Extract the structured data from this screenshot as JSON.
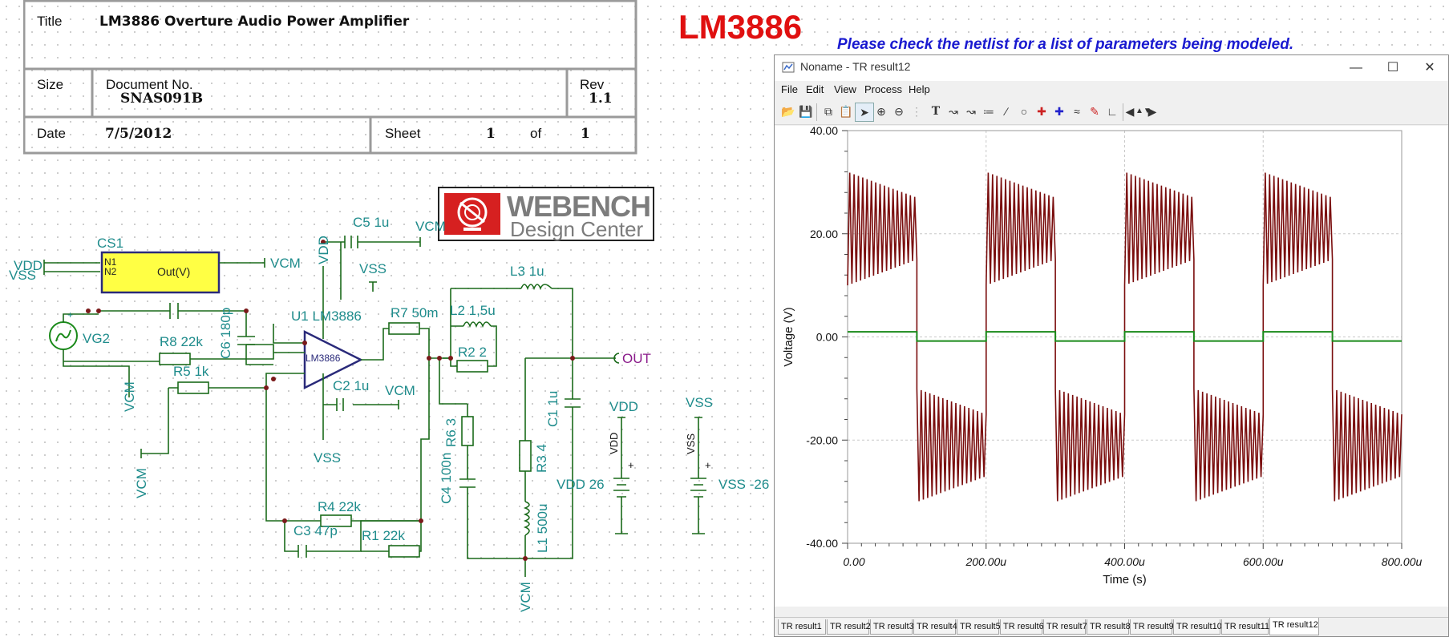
{
  "title_block": {
    "title_label": "Title",
    "title_value": "LM3886 Overture Audio Power Amplifier",
    "size_label": "Size",
    "docno_label": "Document No.",
    "docno_value": "SNAS091B",
    "rev_label": "Rev",
    "rev_value": "1.1",
    "date_label": "Date",
    "date_value": "7/5/2012",
    "sheet_label": "Sheet",
    "sheet_value": "1",
    "of_label": "of",
    "sheet_total": "1"
  },
  "big_title": "LM3886",
  "netlist_note": "Please check the netlist for a list of parameters being modeled.",
  "webench": {
    "line1": "WEBENCH",
    "line2": "Design Center"
  },
  "schematic": {
    "labels": {
      "vdd_in": "VDD",
      "vss_in": "VSS",
      "cs1": "CS1",
      "n1": "N1",
      "n2": "N2",
      "out_v": "Out(V)",
      "vcm_cs": "VCM",
      "vdd_top": "VDD",
      "c5": "C5 1u",
      "vcm_c5": "VCM",
      "vss_c5": "VSS",
      "vg2": "VG2",
      "r8": "R8 22k",
      "r5": "R5 1k",
      "vcm_r5": "VCM",
      "vcm_left": "VCM",
      "c6": "C6 180p",
      "u1": "U1 LM3886",
      "u1_body": "LM3886",
      "c2": "C2 1u",
      "vcm_c2": "VCM",
      "vss_u1": "VSS",
      "r7": "R7 50m",
      "l2": "L2 1,5u",
      "r2": "R2 2",
      "l3": "L3 1u",
      "out": "OUT",
      "r6": "R6 3",
      "c4": "C4 100n",
      "r3": "R3 4",
      "l1": "L1 500u",
      "c1": "C1 1u",
      "vcm_bottom": "VCM",
      "r4": "R4 22k",
      "c3": "C3 47p",
      "r1": "R1 22k",
      "vdd_src_top": "VDD",
      "vdd_src_node": "VDD",
      "vdd_src": "VDD 26",
      "vss_src_top": "VSS",
      "vss_src_node": "VSS",
      "vss_src": "VSS -26"
    }
  },
  "window": {
    "title": "Noname - TR result12",
    "menu": [
      "File",
      "Edit",
      "View",
      "Process",
      "Help"
    ],
    "toolbar_icons": [
      "open-icon",
      "save-icon",
      "copy-icon",
      "paste-icon",
      "pointer-icon",
      "zoom-in-icon",
      "zoom-out-icon",
      "grid-icon",
      "text-icon",
      "cursor-a-icon",
      "cursor-b-icon",
      "measure-icon",
      "line-icon",
      "circle-icon",
      "marker-a-icon",
      "marker-b-icon",
      "curve-icon",
      "probe-icon",
      "slope-icon",
      "scroll-left-icon",
      "scroll-updown-icon",
      "scroll-right-icon"
    ],
    "tabs": [
      "TR result1",
      "TR result2",
      "TR result3",
      "TR result4",
      "TR result5",
      "TR result6",
      "TR result7",
      "TR result8",
      "TR result9",
      "TR result10",
      "TR result11",
      "TR result12"
    ],
    "active_tab": "TR result12"
  },
  "chart_data": {
    "type": "line",
    "xlabel": "Time (s)",
    "ylabel": "Voltage (V)",
    "xlim": [
      0,
      800
    ],
    "ylim": [
      -40,
      40
    ],
    "x_ticks": [
      "0.00",
      "200.00u",
      "400.00u",
      "600.00u",
      "800.00u"
    ],
    "y_ticks": [
      "40.00",
      "20.00",
      "0.00",
      "-20.00",
      "-40.00"
    ],
    "grid": true,
    "series": [
      {
        "color": "#7a0d0d",
        "description_values": {
          "period_us": 200,
          "duty_high_us": 100,
          "high_peak_start": 32,
          "high_peak_end": 27,
          "high_trough_start": 10,
          "high_trough_end": 15,
          "low_peak_start": -32,
          "low_peak_end": -27,
          "low_trough_start": -10,
          "low_trough_end": -15,
          "ripple_cycles_per_half": 16
        }
      },
      {
        "color": "#1a8a1a",
        "description_values": {
          "high": 1,
          "low": -0.8,
          "period_us": 200,
          "duty_high_us": 100
        }
      }
    ]
  }
}
